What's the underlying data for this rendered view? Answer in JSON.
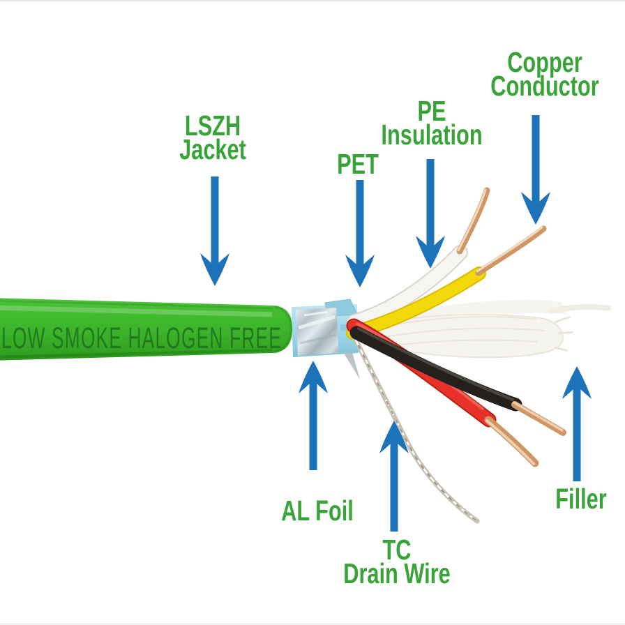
{
  "colors": {
    "background": "#ffffff",
    "label-green": "#38a437",
    "arrow-blue": "#1c73b9",
    "jacket-green": "#3cb32a",
    "jacket-print-green": "#1d6f1f",
    "pet-tape-blue": "#a6dbec",
    "al-foil-silver": "#c0cbd2",
    "wire-yellow": "#f2d70b",
    "wire-red": "#e63229",
    "wire-black": "#23201d",
    "wire-white": "#f7f5f1",
    "copper": "#cf9766",
    "drain-wire-silver": "#c7c0b4",
    "filler-white": "#f6f4ee"
  },
  "cable": {
    "jacket_print": "LOW SMOKE HALOGEN FREE"
  },
  "labels": {
    "lszh_jacket": {
      "line1": "LSZH",
      "line2": "Jacket",
      "arrow_direction": "down"
    },
    "pet": {
      "line1": "PET",
      "arrow_direction": "down"
    },
    "pe_insulation": {
      "line1": "PE",
      "line2": "Insulation",
      "arrow_direction": "down"
    },
    "copper_conductor": {
      "line1": "Copper",
      "line2": "Conductor",
      "arrow_direction": "down"
    },
    "al_foil": {
      "line1": "AL Foil",
      "arrow_direction": "up"
    },
    "tc_drain_wire": {
      "line1": "TC",
      "line2": "Drain Wire",
      "arrow_direction": "up"
    },
    "filler": {
      "line1": "Filler",
      "arrow_direction": "up"
    }
  },
  "icons": {
    "arrow_down": "arrow-down-icon",
    "arrow_up": "arrow-up-icon"
  }
}
